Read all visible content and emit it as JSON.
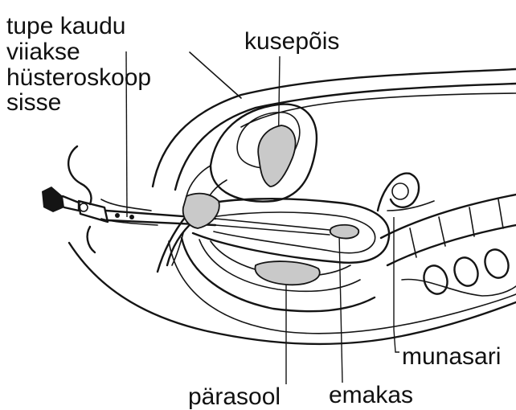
{
  "labels": {
    "instrument_line1": "tupe kaudu",
    "instrument_line2": "viiakse",
    "instrument_line3": "hüsteroskoop",
    "instrument_line4": "sisse",
    "bladder": "kusepõis",
    "ovary": "munasari",
    "rectum": "pärasool",
    "uterus": "emakas"
  }
}
